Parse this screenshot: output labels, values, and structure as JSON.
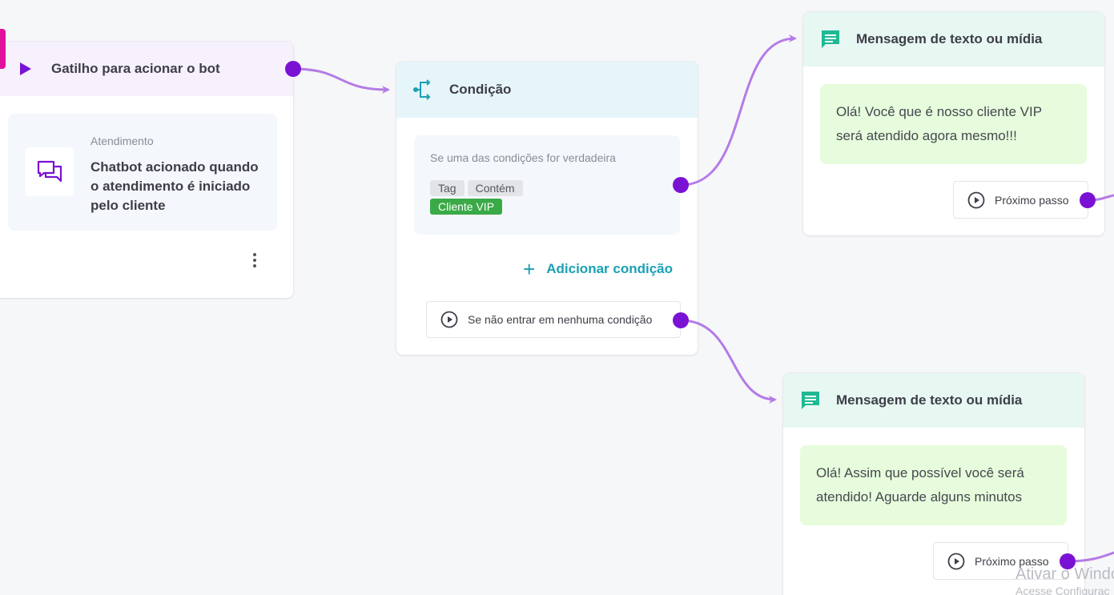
{
  "trigger": {
    "title": "Gatilho para acionar o bot",
    "category": "Atendimento",
    "description": "Chatbot acionado quando o atendimento é iniciado pelo cliente"
  },
  "condition": {
    "title": "Condição",
    "rule_title": "Se uma das condições for verdadeira",
    "chips": [
      "Tag",
      "Contém"
    ],
    "value_chip": "Cliente VIP",
    "add_label": "Adicionar condição",
    "fallback_label": "Se não entrar em nenhuma condição"
  },
  "message_1": {
    "title": "Mensagem de texto ou mídia",
    "text": "Olá! Você que é nosso cliente VIP será atendido agora mesmo!!!",
    "next_label": "Próximo passo"
  },
  "message_2": {
    "title": "Mensagem de texto ou mídia",
    "text": "Olá! Assim que possível você será atendido! Aguarde alguns minutos",
    "next_label": "Próximo passo"
  },
  "watermark": {
    "line1": "Ativar o Windo",
    "line2": "Acesse Configuraç"
  },
  "colors": {
    "connector": "#b57be6",
    "handle": "#7a12d4",
    "trigger_accent": "#e0119c",
    "condition_icon": "#1ba0b3",
    "message_icon": "#1fb894",
    "vip_chip": "#3aaa47"
  },
  "icons": {
    "trigger": "play-triangle-icon",
    "trigger_card": "chat-bubbles-icon",
    "condition": "branch-icon",
    "message": "message-icon",
    "more": "kebab-menu-icon",
    "play": "play-circle-icon",
    "add": "plus-icon"
  }
}
